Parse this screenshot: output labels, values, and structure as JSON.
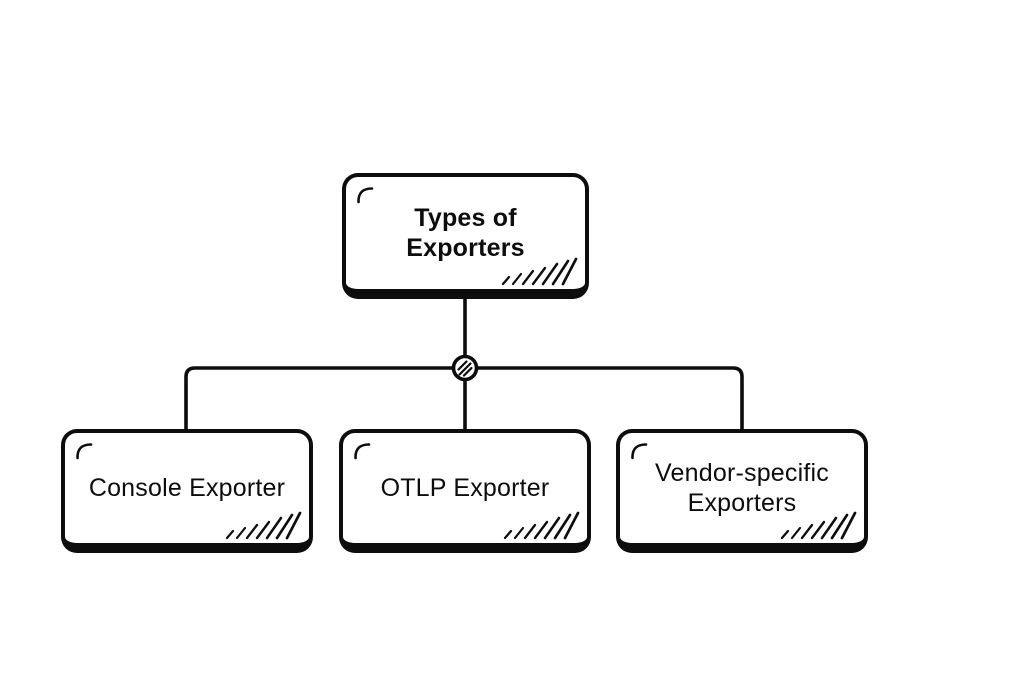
{
  "canvas": {
    "background_color": "#ffffff",
    "ink_color": "#0d0d0d"
  },
  "nodes": {
    "root": {
      "label": "Types of\nExporters"
    },
    "children": [
      {
        "label": "Console Exporter"
      },
      {
        "label": "OTLP Exporter"
      },
      {
        "label": "Vendor-specific\nExporters"
      }
    ]
  },
  "icons": {
    "collapse_node": "hatched-circle",
    "corner_flourish": "arc-stroke",
    "corner_shading": "hatch-marks"
  }
}
